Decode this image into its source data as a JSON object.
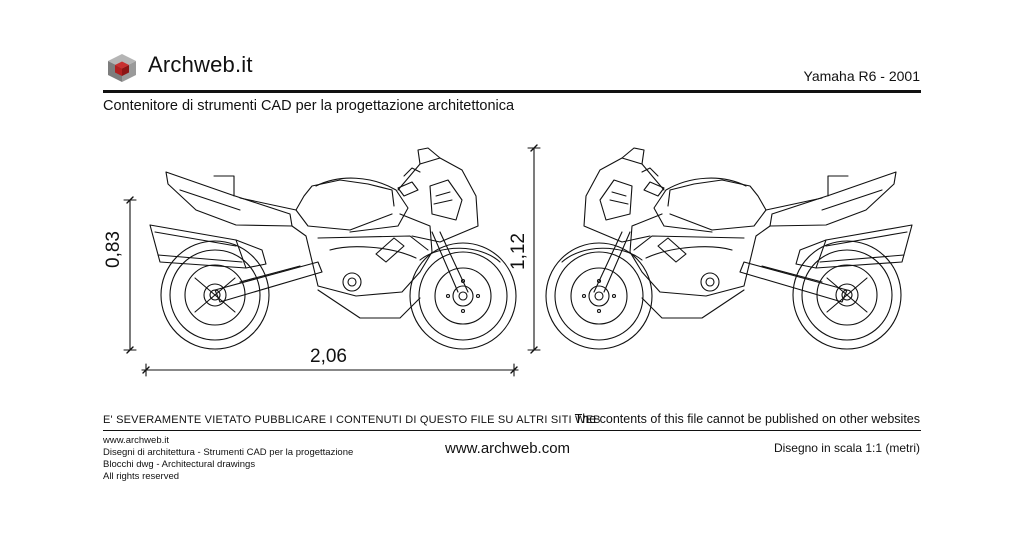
{
  "header": {
    "site_name": "Archweb.it",
    "drawing_title": "Yamaha R6 - 2001",
    "subtitle": "Contenitore di strumenti CAD per la progettazione architettonica"
  },
  "dimensions": {
    "length": "2,06",
    "seat_height": "0,83",
    "total_height": "1,12"
  },
  "footer": {
    "warning_it": "E' SEVERAMENTE VIETATO PUBBLICARE I CONTENUTI DI QUESTO FILE SU ALTRI SITI WEB",
    "warning_en": "The contents of this file cannot be published on other websites",
    "credits": [
      "www.archweb.it",
      "Disegni di architettura - Strumenti CAD  per la progettazione",
      "Blocchi dwg - Architectural drawings",
      "All rights reserved"
    ],
    "site_url": "www.archweb.com",
    "scale": "Disegno in scala 1:1 (metri)"
  },
  "colors": {
    "logo_cube_red": "#b21f1f",
    "logo_cube_grey": "#8a8a8a",
    "line": "#111111"
  }
}
